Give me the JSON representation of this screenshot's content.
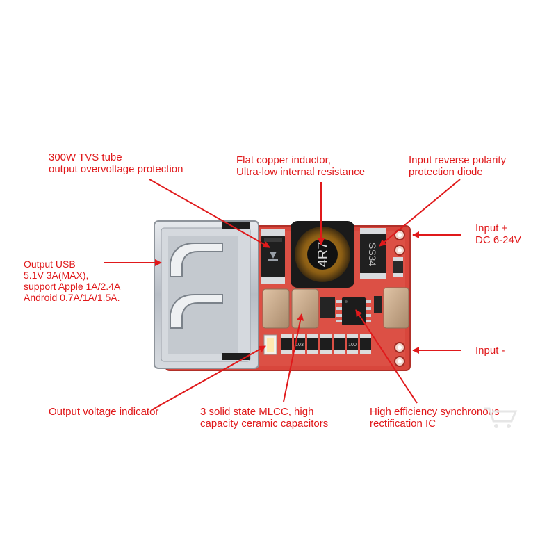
{
  "labels": {
    "tvs": {
      "line1": "300W TVS tube",
      "line2": "output overvoltage protection"
    },
    "inductor": {
      "line1": "Flat copper inductor,",
      "line2": "Ultra-low internal resistance"
    },
    "diode": {
      "line1": "Input reverse polarity",
      "line2": "protection diode"
    },
    "usb": {
      "line1": "Output USB",
      "line2": "5.1V 3A(MAX),",
      "line3": "support Apple 1A/2.4A",
      "line4": "Android 0.7A/1A/1.5A."
    },
    "input_pos": {
      "line1": "Input +",
      "line2": "DC 6-24V"
    },
    "input_neg": {
      "line1": "Input -"
    },
    "indicator": {
      "line1": "Output voltage indicator"
    },
    "mlcc": {
      "line1": "3 solid state MLCC, high",
      "line2": "capacity ceramic capacitors"
    },
    "ic": {
      "line1": "High efficiency synchronous",
      "line2": "rectification IC"
    }
  },
  "markings": {
    "inductor_code": "4R7",
    "diode_code": "SS34",
    "smd_codes": [
      "",
      "103",
      "",
      "",
      "",
      "100",
      ""
    ]
  },
  "colors": {
    "label_red": "#e0191b",
    "pcb_red": "#d8463c",
    "pcb_pad": "#e9b7a6",
    "ceramic": "#c9a88a",
    "usb_metal": "#c8ccd2",
    "chip_black": "#1c1c1c"
  },
  "icons": {
    "watermark": "shopping-cart-icon"
  }
}
